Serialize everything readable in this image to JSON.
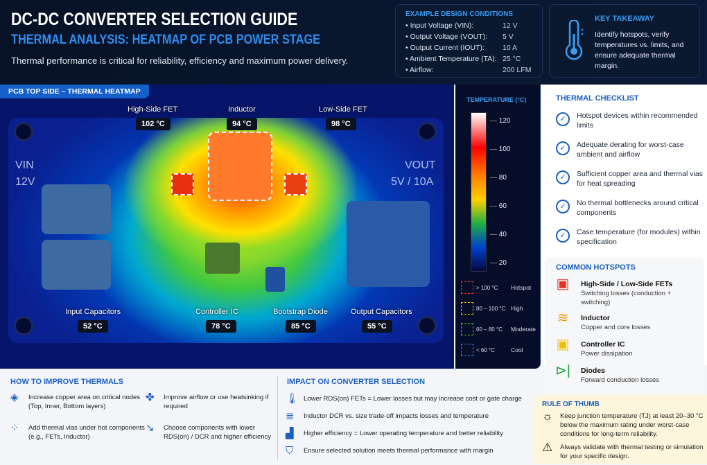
{
  "header": {
    "title": "DC-DC CONVERTER SELECTION GUIDE",
    "subtitle": "THERMAL ANALYSIS: HEATMAP OF PCB POWER STAGE",
    "description": "Thermal performance is critical for reliability, efficiency and maximum power delivery."
  },
  "conditions": {
    "title": "EXAMPLE DESIGN CONDITIONS",
    "items": [
      {
        "label": "Input Voltage (VIN):",
        "value": "12 V"
      },
      {
        "label": "Output Voltage (VOUT):",
        "value": "5 V"
      },
      {
        "label": "Output Current (IOUT):",
        "value": "10 A"
      },
      {
        "label": "Ambient Temperature (TA):",
        "value": "25 °C"
      },
      {
        "label": "Airflow:",
        "value": "200 LFM"
      }
    ]
  },
  "takeaway": {
    "title": "KEY TAKEAWAY",
    "text": "Identify hotspots, verify temperatures vs. limits, and ensure adequate thermal margin.",
    "icon": "thermometer-icon"
  },
  "heatmap": {
    "tab": "PCB TOP SIDE – THERMAL HEATMAP",
    "vin": "VIN",
    "vin_val": "12V",
    "vout": "VOUT",
    "vout_val": "5V / 10A",
    "components": [
      {
        "name": "High-Side FET",
        "temp": "102 °C"
      },
      {
        "name": "Inductor",
        "temp": "94 °C"
      },
      {
        "name": "Low-Side FET",
        "temp": "98 °C"
      },
      {
        "name": "Input Capacitors",
        "temp": "52 °C"
      },
      {
        "name": "Controller IC",
        "temp": "78 °C"
      },
      {
        "name": "Bootstrap Diode",
        "temp": "85 °C"
      },
      {
        "name": "Output Capacitors",
        "temp": "55 °C"
      }
    ]
  },
  "legend": {
    "title": "TEMPERATURE (°C)",
    "ticks": [
      "120",
      "100",
      "80",
      "60",
      "40",
      "20"
    ],
    "bands": [
      {
        "range": "> 100 °C",
        "label": "Hotspot",
        "color": "#ff2a2a"
      },
      {
        "range": "80 – 100 °C",
        "label": "High",
        "color": "#f5b800"
      },
      {
        "range": "60 – 80 °C",
        "label": "Moderate",
        "color": "#5cc020"
      },
      {
        "range": "< 60 °C",
        "label": "Cool",
        "color": "#2a8af0"
      }
    ]
  },
  "checklist": {
    "title": "THERMAL CHECKLIST",
    "items": [
      "Hotspot devices within recommended limits",
      "Adequate derating for worst-case ambient and airflow",
      "Sufficient copper area and thermal vias for heat spreading",
      "No thermal bottlenecks around critical components",
      "Case temperature (for modules) within specification"
    ]
  },
  "hotspots": {
    "title": "COMMON HOTSPOTS",
    "items": [
      {
        "name": "High-Side / Low-Side FETs",
        "desc": "Switching losses (conduction + switching)",
        "color": "#e8321e",
        "icon": "chip-icon"
      },
      {
        "name": "Inductor",
        "desc": "Copper and core losses",
        "color": "#f59a10",
        "icon": "coil-icon"
      },
      {
        "name": "Controller IC",
        "desc": "Power dissipation",
        "color": "#f2c200",
        "icon": "chip-icon"
      },
      {
        "name": "Diodes",
        "desc": "Forward conduction losses",
        "color": "#1aa83a",
        "icon": "diode-icon"
      }
    ]
  },
  "improve": {
    "title": "HOW TO IMPROVE THERMALS",
    "items": [
      {
        "text": "Increase copper area on critical nodes (Top, Inner, Bottom layers)",
        "icon": "layers-icon"
      },
      {
        "text": "Improve airflow or use heatsinking if required",
        "icon": "fan-icon"
      },
      {
        "text": "Add thermal vias under hot components (e.g., FETs, Inductor)",
        "icon": "vias-icon"
      },
      {
        "text": "Choose components with lower RDS(on) / DCR and higher efficiency",
        "icon": "trend-down-icon"
      }
    ]
  },
  "impact": {
    "title": "IMPACT ON CONVERTER SELECTION",
    "items": [
      {
        "text": "Lower RDS(on) FETs = Lower losses but may increase cost or gate charge",
        "icon": "thermometer-icon"
      },
      {
        "text": "Inductor DCR vs. size trade-off impacts losses and temperature",
        "icon": "coil-icon"
      },
      {
        "text": "Higher efficiency = Lower operating temperature and better reliability",
        "icon": "bar-chart-icon"
      },
      {
        "text": "Ensure selected solution meets thermal performance with margin",
        "icon": "shield-check-icon"
      }
    ]
  },
  "rule": {
    "title": "RULE OF THUMB",
    "items": [
      {
        "text": "Keep junction temperature (TJ) at least 20–30 °C below the maximum rating under worst-case conditions for long-term reliability.",
        "icon": "lightbulb-icon"
      },
      {
        "text": "Always validate with thermal testing or simulation for your specific design.",
        "icon": "warning-icon"
      }
    ]
  }
}
